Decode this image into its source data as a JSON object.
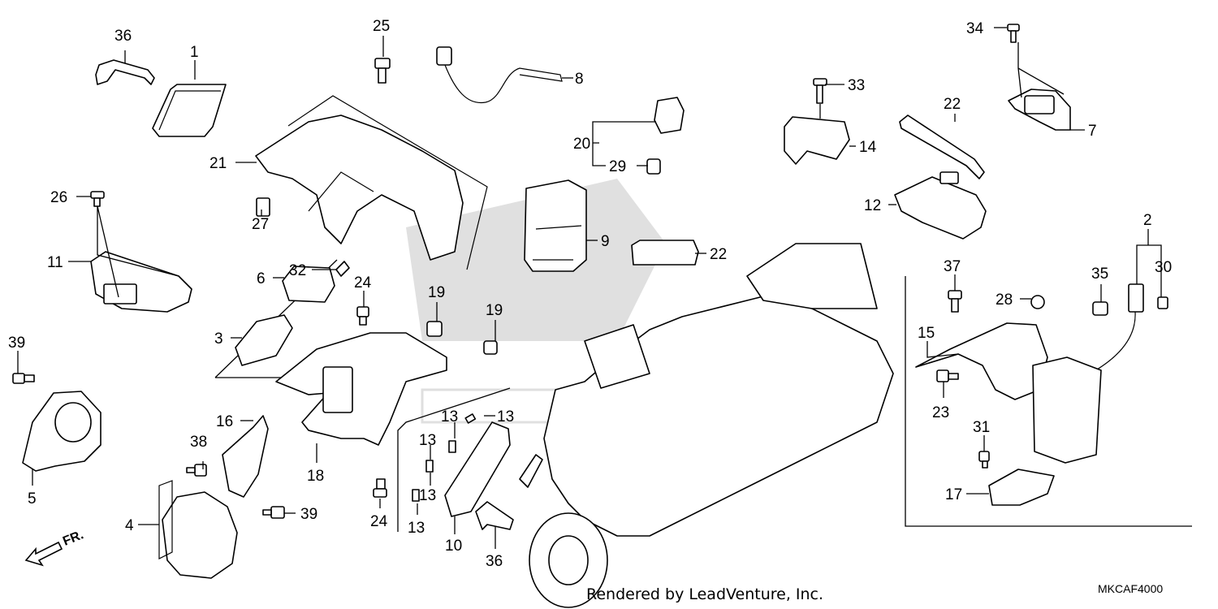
{
  "callouts": [
    {
      "id": "c36a",
      "text": "36"
    },
    {
      "id": "c1",
      "text": "1"
    },
    {
      "id": "c25",
      "text": "25"
    },
    {
      "id": "c8",
      "text": "8"
    },
    {
      "id": "c34",
      "text": "34"
    },
    {
      "id": "c33",
      "text": "33"
    },
    {
      "id": "c22a",
      "text": "22"
    },
    {
      "id": "c7",
      "text": "7"
    },
    {
      "id": "c21",
      "text": "21"
    },
    {
      "id": "c20",
      "text": "20"
    },
    {
      "id": "c29",
      "text": "29"
    },
    {
      "id": "c14",
      "text": "14"
    },
    {
      "id": "c26",
      "text": "26"
    },
    {
      "id": "c12",
      "text": "12"
    },
    {
      "id": "c27",
      "text": "27"
    },
    {
      "id": "c32",
      "text": "32"
    },
    {
      "id": "c9",
      "text": "9"
    },
    {
      "id": "c22b",
      "text": "22"
    },
    {
      "id": "c2",
      "text": "2"
    },
    {
      "id": "c11",
      "text": "11"
    },
    {
      "id": "c6",
      "text": "6"
    },
    {
      "id": "c24a",
      "text": "24"
    },
    {
      "id": "c37",
      "text": "37"
    },
    {
      "id": "c35",
      "text": "35"
    },
    {
      "id": "c30",
      "text": "30"
    },
    {
      "id": "c28",
      "text": "28"
    },
    {
      "id": "c19a",
      "text": "19"
    },
    {
      "id": "c19b",
      "text": "19"
    },
    {
      "id": "c3",
      "text": "3"
    },
    {
      "id": "c39a",
      "text": "39"
    },
    {
      "id": "c15",
      "text": "15"
    },
    {
      "id": "c23",
      "text": "23"
    },
    {
      "id": "c16",
      "text": "16"
    },
    {
      "id": "c13a",
      "text": "13"
    },
    {
      "id": "c13b",
      "text": "13"
    },
    {
      "id": "c13c",
      "text": "13"
    },
    {
      "id": "c13d",
      "text": "13"
    },
    {
      "id": "c13e",
      "text": "13"
    },
    {
      "id": "c38",
      "text": "38"
    },
    {
      "id": "c31",
      "text": "31"
    },
    {
      "id": "c18",
      "text": "18"
    },
    {
      "id": "c5",
      "text": "5"
    },
    {
      "id": "c17",
      "text": "17"
    },
    {
      "id": "c24b",
      "text": "24"
    },
    {
      "id": "c39b",
      "text": "39"
    },
    {
      "id": "c4",
      "text": "4"
    },
    {
      "id": "c10",
      "text": "10"
    },
    {
      "id": "c36b",
      "text": "36"
    }
  ],
  "direction_label": "FR.",
  "footer_text": "Rendered by LeadVenture, Inc.",
  "diagram_code": "MKCAF4000"
}
